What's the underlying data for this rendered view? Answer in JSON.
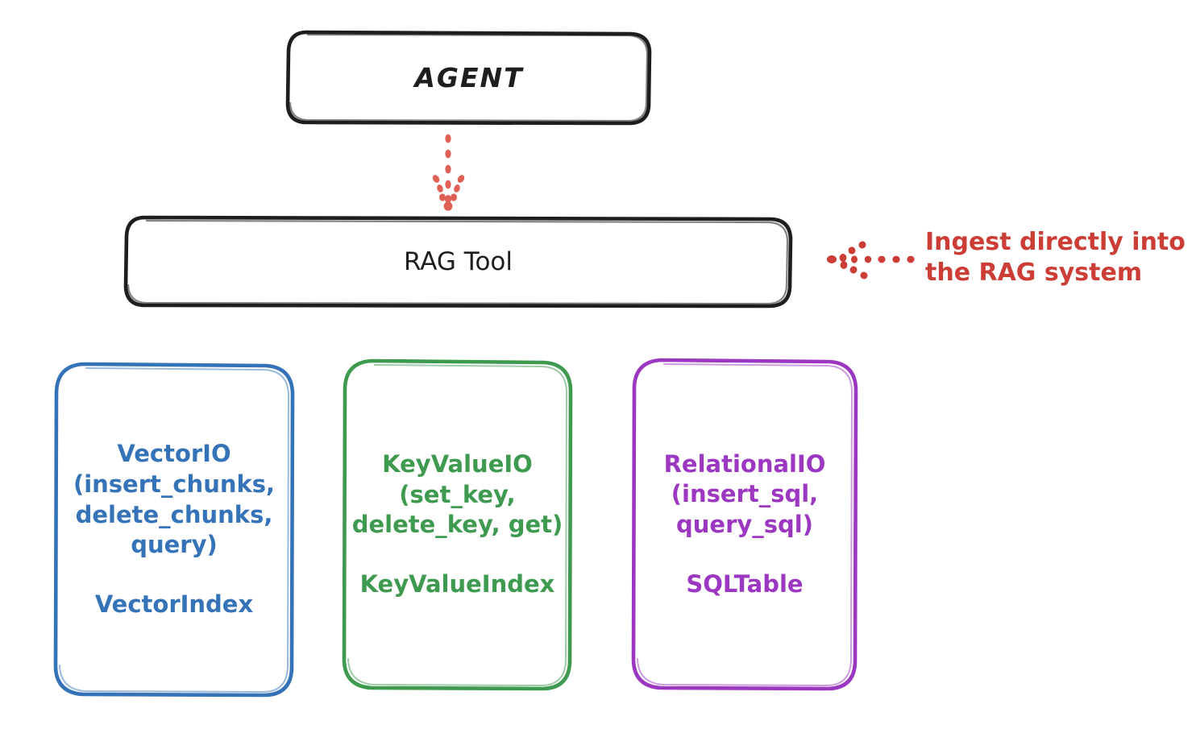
{
  "diagram": {
    "title_node": {
      "label": "AGENT",
      "color": "#1e1e1e"
    },
    "tool_node": {
      "label": "RAG Tool",
      "color": "#1e1e1e"
    },
    "annotation": {
      "text": "Ingest directly into\nthe RAG system",
      "color": "#cc3d36",
      "arrow_name": "dotted-arrow-left"
    },
    "flow_arrow": {
      "name": "dotted-arrow-down",
      "color": "#cc3d36",
      "from": "AGENT",
      "to": "RAG Tool"
    },
    "stores": [
      {
        "id": "vector",
        "api": "VectorIO\n(insert_chunks,\ndelete_chunks,\nquery)",
        "index": "VectorIndex",
        "color": "#3573b9"
      },
      {
        "id": "keyvalue",
        "api": "KeyValueIO\n(set_key,\ndelete_key, get)",
        "index": "KeyValueIndex",
        "color": "#3d9a4f"
      },
      {
        "id": "relational",
        "api": "RelationalIO\n(insert_sql,\nquery_sql)",
        "index": "SQLTable",
        "color": "#9b37c0"
      }
    ]
  }
}
